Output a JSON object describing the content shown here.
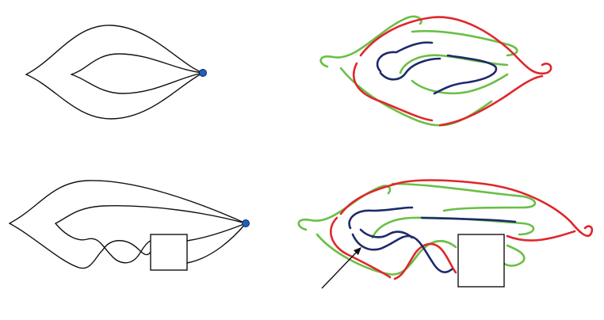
{
  "colors": {
    "ink": "#111111",
    "vertex": "#1f5fb8",
    "green": "#6abf45",
    "red": "#e0262b",
    "navy": "#1d2a6b",
    "box_fill": "#ffffff"
  },
  "panels": [
    {
      "name": "spindle-graph",
      "kind": "graph"
    },
    {
      "name": "spindle-knot",
      "kind": "knot-diagram"
    },
    {
      "name": "twisted-spindle-graph",
      "kind": "graph with tangle box"
    },
    {
      "name": "twisted-spindle-knot",
      "kind": "knot-diagram with tangle box"
    }
  ],
  "annotations": {
    "arrow_icon": "arrow-icon",
    "vertex_icon": "vertex-dot-icon"
  }
}
